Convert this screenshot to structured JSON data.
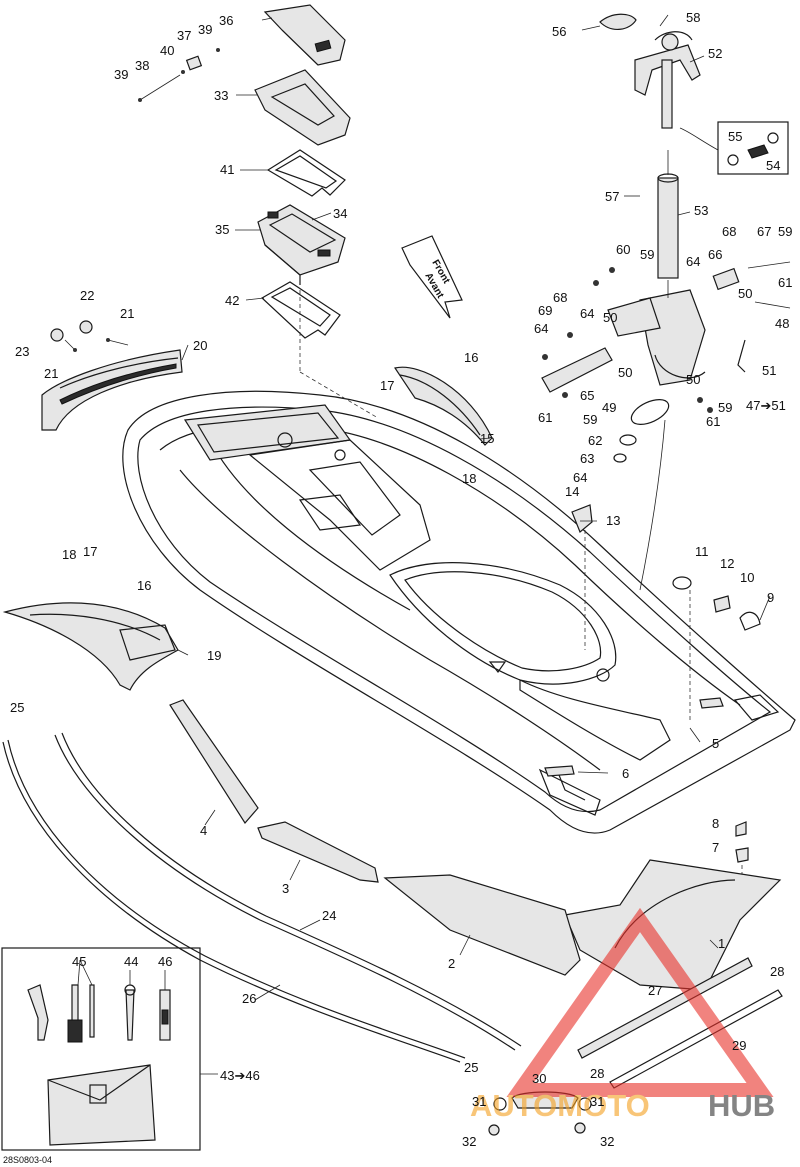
{
  "diagram_code": "28S0803-04",
  "front_label": {
    "line1": "Front",
    "line2": "Avant"
  },
  "kit_range": "43➔46",
  "ref_47_51": "47➔51",
  "watermark": {
    "brand_a": "AUTOMOTO",
    "brand_b": "HUB",
    "color_main": "#f4a020",
    "color_hub": "#333333",
    "triangle_color": "#e8312a"
  },
  "callouts": [
    {
      "id": "1",
      "label": "1"
    },
    {
      "id": "2",
      "label": "2"
    },
    {
      "id": "3",
      "label": "3"
    },
    {
      "id": "4",
      "label": "4"
    },
    {
      "id": "5",
      "label": "5"
    },
    {
      "id": "6",
      "label": "6"
    },
    {
      "id": "7",
      "label": "7"
    },
    {
      "id": "8",
      "label": "8"
    },
    {
      "id": "9",
      "label": "9"
    },
    {
      "id": "10",
      "label": "10"
    },
    {
      "id": "11",
      "label": "11"
    },
    {
      "id": "12",
      "label": "12"
    },
    {
      "id": "13",
      "label": "13"
    },
    {
      "id": "14",
      "label": "14"
    },
    {
      "id": "15",
      "label": "15"
    },
    {
      "id": "16a",
      "label": "16"
    },
    {
      "id": "16b",
      "label": "16"
    },
    {
      "id": "17a",
      "label": "17"
    },
    {
      "id": "17b",
      "label": "17"
    },
    {
      "id": "18a",
      "label": "18"
    },
    {
      "id": "18b",
      "label": "18"
    },
    {
      "id": "19",
      "label": "19"
    },
    {
      "id": "20",
      "label": "20"
    },
    {
      "id": "21a",
      "label": "21"
    },
    {
      "id": "21b",
      "label": "21"
    },
    {
      "id": "22",
      "label": "22"
    },
    {
      "id": "23",
      "label": "23"
    },
    {
      "id": "24",
      "label": "24"
    },
    {
      "id": "25a",
      "label": "25"
    },
    {
      "id": "25b",
      "label": "25"
    },
    {
      "id": "26",
      "label": "26"
    },
    {
      "id": "27",
      "label": "27"
    },
    {
      "id": "28a",
      "label": "28"
    },
    {
      "id": "28b",
      "label": "28"
    },
    {
      "id": "29",
      "label": "29"
    },
    {
      "id": "30",
      "label": "30"
    },
    {
      "id": "31a",
      "label": "31"
    },
    {
      "id": "31b",
      "label": "31"
    },
    {
      "id": "32a",
      "label": "32"
    },
    {
      "id": "32b",
      "label": "32"
    },
    {
      "id": "33",
      "label": "33"
    },
    {
      "id": "34",
      "label": "34"
    },
    {
      "id": "35",
      "label": "35"
    },
    {
      "id": "36",
      "label": "36"
    },
    {
      "id": "37",
      "label": "37"
    },
    {
      "id": "38",
      "label": "38"
    },
    {
      "id": "39a",
      "label": "39"
    },
    {
      "id": "39b",
      "label": "39"
    },
    {
      "id": "40",
      "label": "40"
    },
    {
      "id": "41",
      "label": "41"
    },
    {
      "id": "42",
      "label": "42"
    },
    {
      "id": "44",
      "label": "44"
    },
    {
      "id": "45",
      "label": "45"
    },
    {
      "id": "46",
      "label": "46"
    },
    {
      "id": "48",
      "label": "48"
    },
    {
      "id": "49",
      "label": "49"
    },
    {
      "id": "50a",
      "label": "50"
    },
    {
      "id": "50b",
      "label": "50"
    },
    {
      "id": "50c",
      "label": "50"
    },
    {
      "id": "50d",
      "label": "50"
    },
    {
      "id": "51",
      "label": "51"
    },
    {
      "id": "52",
      "label": "52"
    },
    {
      "id": "53",
      "label": "53"
    },
    {
      "id": "54",
      "label": "54"
    },
    {
      "id": "55",
      "label": "55"
    },
    {
      "id": "56",
      "label": "56"
    },
    {
      "id": "57",
      "label": "57"
    },
    {
      "id": "58",
      "label": "58"
    },
    {
      "id": "59a",
      "label": "59"
    },
    {
      "id": "59b",
      "label": "59"
    },
    {
      "id": "59c",
      "label": "59"
    },
    {
      "id": "59d",
      "label": "59"
    },
    {
      "id": "60",
      "label": "60"
    },
    {
      "id": "61a",
      "label": "61"
    },
    {
      "id": "61b",
      "label": "61"
    },
    {
      "id": "61c",
      "label": "61"
    },
    {
      "id": "62",
      "label": "62"
    },
    {
      "id": "63",
      "label": "63"
    },
    {
      "id": "64a",
      "label": "64"
    },
    {
      "id": "64b",
      "label": "64"
    },
    {
      "id": "64c",
      "label": "64"
    },
    {
      "id": "64d",
      "label": "64"
    },
    {
      "id": "65",
      "label": "65"
    },
    {
      "id": "66",
      "label": "66"
    },
    {
      "id": "67",
      "label": "67"
    },
    {
      "id": "68a",
      "label": "68"
    },
    {
      "id": "68b",
      "label": "68"
    },
    {
      "id": "69",
      "label": "69"
    }
  ]
}
